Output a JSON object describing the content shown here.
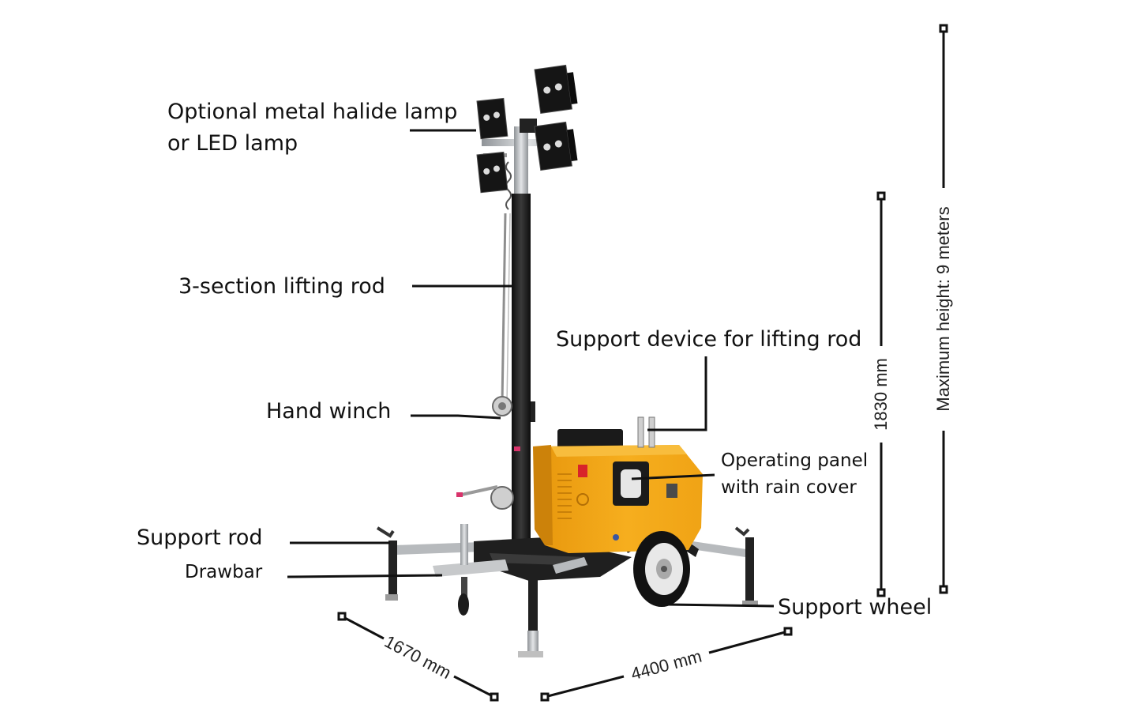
{
  "labels": {
    "lamp_line1": "Optional metal halide lamp",
    "lamp_line2": "or LED lamp",
    "lifting_rod": "3-section lifting rod",
    "support_device": "Support device for lifting rod",
    "hand_winch": "Hand winch",
    "panel_line1": "Operating panel",
    "panel_line2": "with rain cover",
    "support_rod": "Support rod",
    "drawbar": "Drawbar",
    "support_wheel": "Support wheel"
  },
  "dimensions": {
    "max_height": "Maximum height: 9 meters",
    "body_height": "1830 mm",
    "width": "1670 mm",
    "length": "4400 mm"
  },
  "colors": {
    "body": "#f2a516",
    "dark": "#1b1b1b",
    "metal": "#b9bcbf",
    "line": "#111111"
  }
}
